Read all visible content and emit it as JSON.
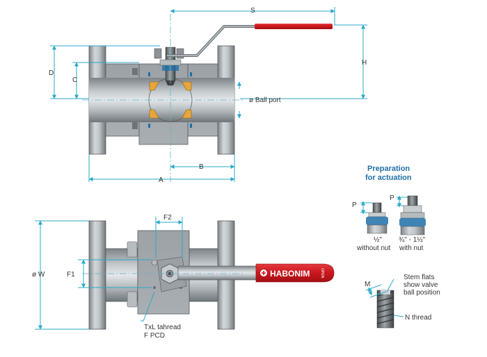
{
  "dimensions": {
    "S": "S",
    "H": "H",
    "D": "D",
    "C": "C",
    "ball_port": "ø Ball port",
    "A": "A",
    "B": "B",
    "W": "ø W",
    "F1": "F1",
    "F2": "F2",
    "txl_thread": "TxL tahread",
    "f_pcd": "F PCD"
  },
  "preparation": {
    "title_line1": "Preparation",
    "title_line2": "for actuation",
    "p_label": "P",
    "small_size": "½\"",
    "small_caption": "without nut",
    "large_size": "¾\" - 1½\"",
    "large_caption": "with nut"
  },
  "stem": {
    "m_label": "M",
    "flats_line1": "Stem flats",
    "flats_line2": "show valve",
    "flats_line3": "ball position",
    "n_thread": "N thread"
  },
  "handle": {
    "brand": "HABONIM",
    "open_mark": "OPEN"
  },
  "colors": {
    "handle_red": "#d42027",
    "body_gray": "#9aa0a4",
    "dimension_line": "#2aa8c8",
    "seat_yellow": "#e8a63a",
    "title_blue": "#1f6fa8"
  }
}
